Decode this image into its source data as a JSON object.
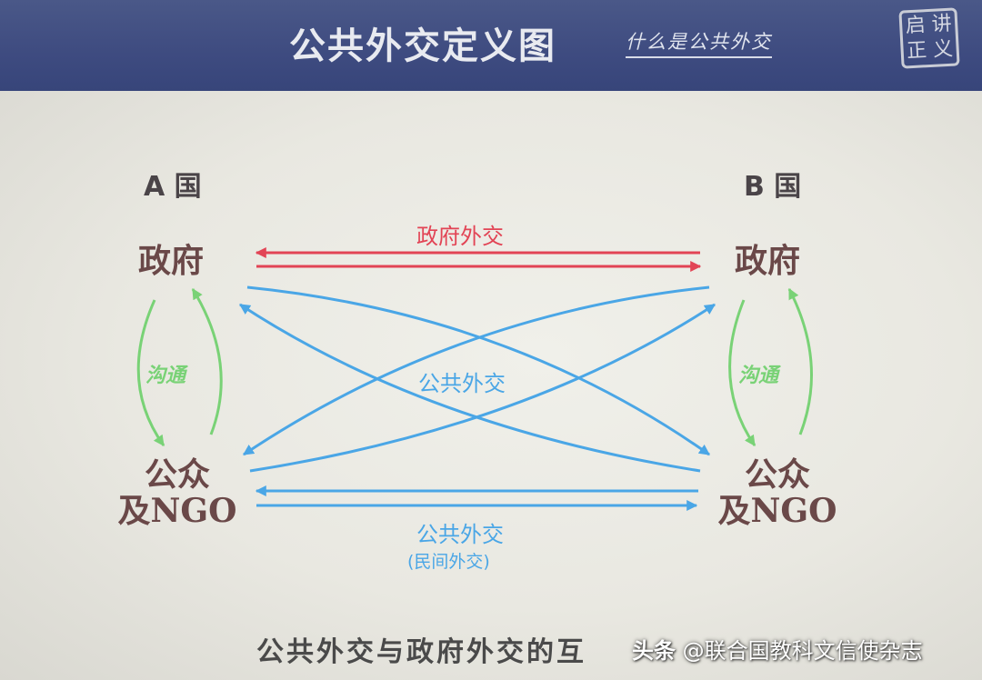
{
  "header": {
    "title": "公共外交定义图",
    "subtitle": "什么是公共外交",
    "seal_chars": [
      "启",
      "讲",
      "正",
      "义"
    ]
  },
  "diagram": {
    "country_a": "A 国",
    "country_b": "B 国",
    "a_government": "政府",
    "b_government": "政府",
    "a_public_line1": "公众",
    "a_public_line2": "及NGO",
    "b_public_line1": "公众",
    "b_public_line2": "及NGO",
    "gov_link_label": "政府外交",
    "cross_link_label": "公共外交",
    "public_link_label": "公共外交",
    "public_link_sublabel": "(民间外交)",
    "a_comm_label": "沟通",
    "b_comm_label": "沟通"
  },
  "colors": {
    "government_diplomacy": "#e24455",
    "public_diplomacy": "#4aa6e6",
    "communication": "#79d276",
    "header_bg": "#3e4b80"
  },
  "footer": {
    "caption": "公共外交与政府外交的互",
    "watermark_brand": "头条",
    "watermark_account": "@联合国教科文信使杂志"
  }
}
